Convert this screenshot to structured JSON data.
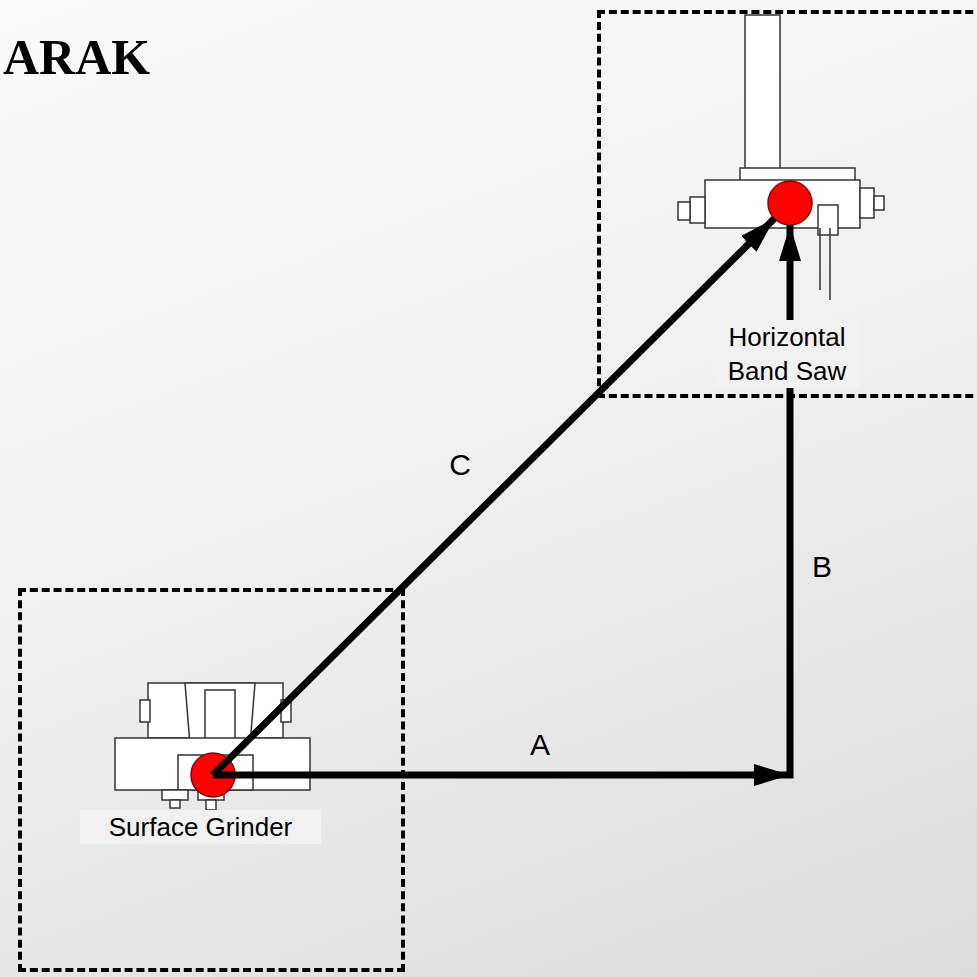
{
  "diagram": {
    "title": "ARAK",
    "nodes": [
      {
        "text": [
          "Horizontal Band Saw"
        ]
      },
      {
        "text": [
          "Surface Grinder"
        ]
      }
    ],
    "edges": [
      {
        "from": 1,
        "to": 0,
        "arrow": "to",
        "label": "C"
      },
      {
        "from": 1,
        "to": 0,
        "arrow": "to",
        "label": "B"
      }
    ],
    "labels": [
      "A"
    ]
  }
}
